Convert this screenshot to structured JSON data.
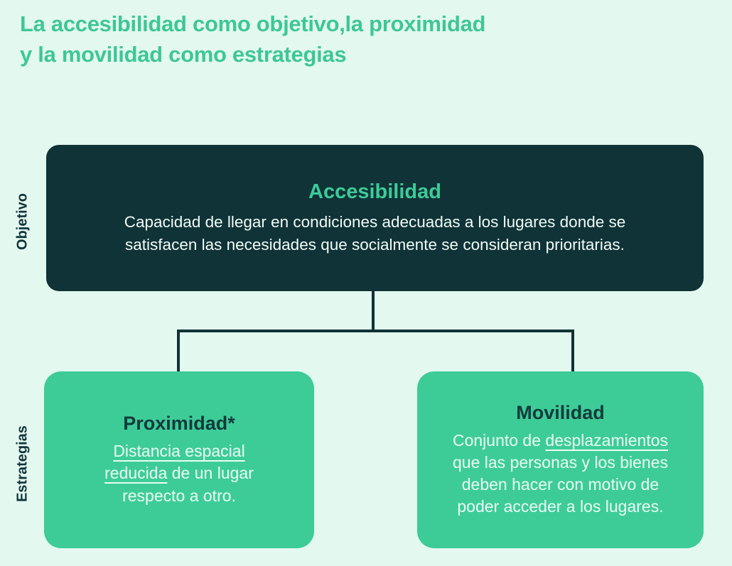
{
  "title": {
    "line1": "La accesibilidad como objetivo,la proximidad",
    "line2": "y la movilidad como estrategias"
  },
  "side_labels": {
    "objective": "Objetivo",
    "strategies": "Estrategias"
  },
  "objective_box": {
    "heading": "Accesibilidad",
    "body": "Capacidad de llegar en condiciones adecuadas a los lugares donde se satisfacen las necesidades que socialmente se consideran prioritarias."
  },
  "strategy_boxes": [
    {
      "heading": "Proximidad*",
      "underlined": "Distancia espacial reducida",
      "rest": " de un lugar respecto a otro."
    },
    {
      "heading": "Movilidad",
      "prefix": "Conjunto de ",
      "underlined": "desplazamientos",
      "rest": " que las personas y los bienes deben hacer con motivo de poder acceder a los lugares."
    }
  ],
  "colors": {
    "background": "#e3f8ef",
    "title_green": "#3ec795",
    "dark_teal": "#0f3337",
    "box_green": "#3dcc98",
    "heading_green": "#3ecb98",
    "heading_dark": "#123a3a",
    "body_light": "#f2fbf7",
    "connector": "#0f3337"
  }
}
